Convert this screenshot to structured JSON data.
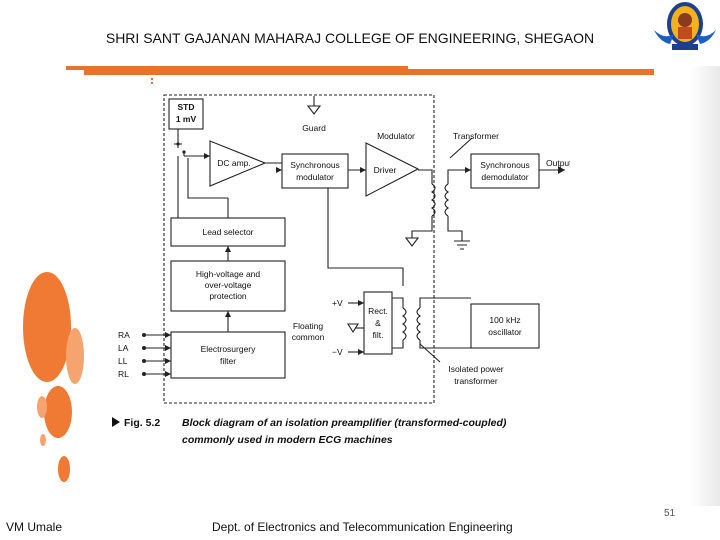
{
  "header": {
    "title": "SHRI SANT GAJANAN MAHARAJ COLLEGE OF ENGINEERING, SHEGAON"
  },
  "logo": {
    "icon": "college-emblem-icon"
  },
  "footer": {
    "author": "VM Umale",
    "department": "Dept. of Electronics and Telecommunication Engineering",
    "page_number": "51"
  },
  "colors": {
    "accent": "#e8732a",
    "circle": "#f07a33"
  },
  "diagram": {
    "std_line1": "STD",
    "std_line2": "1 mV",
    "guard": "Guard",
    "modulator": "Modulator",
    "transformer": "Transformer",
    "dc_amp": "DC amp.",
    "sync_mod_line1": "Synchronous",
    "sync_mod_line2": "modulator",
    "driver": "Driver",
    "sync_demod_line1": "Synchronous",
    "sync_demod_line2": "demodulator",
    "output": "Output",
    "lead_selector": "Lead selector",
    "hv_line1": "High-voltage and",
    "hv_line2": "over-voltage",
    "hv_line3": "protection",
    "plus_v": "+V",
    "minus_v": "−V",
    "floating_line1": "Floating",
    "floating_line2": "common",
    "rect_line1": "Rect.",
    "rect_line2": "&",
    "rect_line3": "filt.",
    "osc_line1": "100 kHz",
    "osc_line2": "oscillator",
    "ra": "RA",
    "la": "LA",
    "ll": "LL",
    "rl": "RL",
    "es_line1": "Electrosurgery",
    "es_line2": "filter",
    "iso_line1": "Isolated power",
    "iso_line2": "transformer",
    "fig_label": "Fig. 5.2",
    "caption_line1": "Block diagram of an isolation preamplifier (transformed-coupled)",
    "caption_line2": "commonly used in modern ECG machines"
  }
}
